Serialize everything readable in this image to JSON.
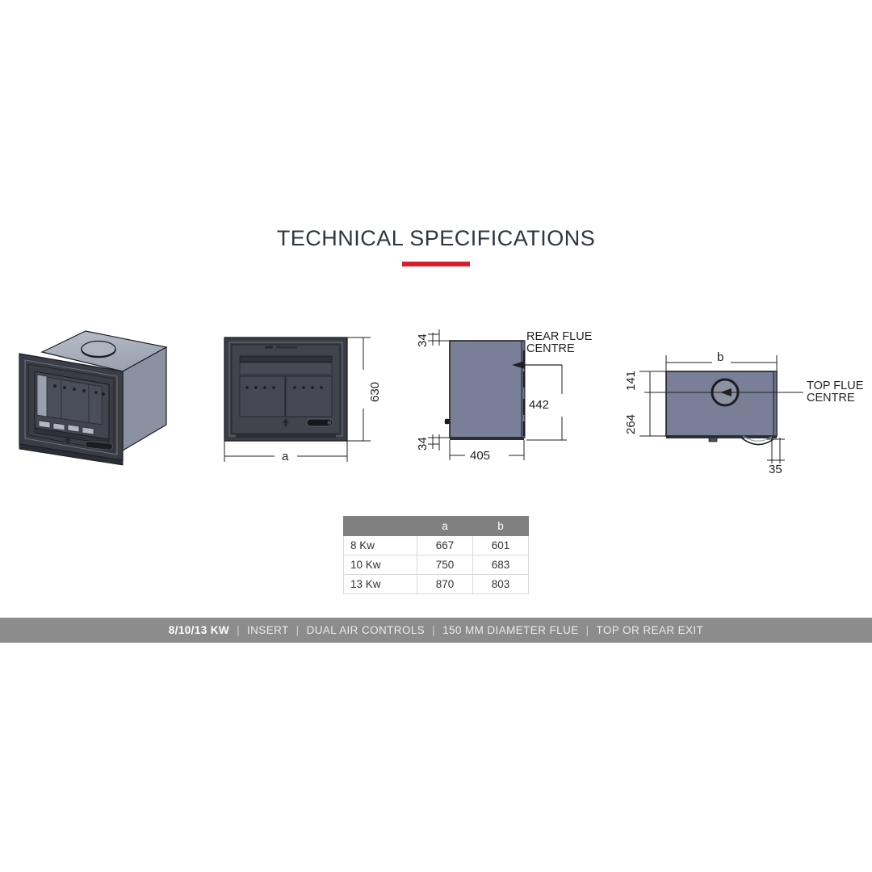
{
  "page": {
    "title": "TECHNICAL SPECIFICATIONS",
    "accent_color": "#d8202a",
    "title_color": "#2e3642",
    "background": "#ffffff",
    "body_fill": "#787f96",
    "dark_fill": "#3a3d45",
    "banner_color": "#8c8c8c"
  },
  "views": {
    "iso": {
      "name": "isometric-view"
    },
    "front": {
      "name": "front-elevation-view",
      "dim_height": "630",
      "dim_width": "a"
    },
    "side": {
      "name": "side-elevation-view",
      "dim_top_gap": "34",
      "dim_bottom_gap": "34",
      "dim_flue_height": "442",
      "dim_depth": "405",
      "callout_line1": "REAR FLUE",
      "callout_line2": "CENTRE"
    },
    "top": {
      "name": "top-plan-view",
      "dim_width": "b",
      "dim_flue_offset": "141",
      "dim_depth": "264",
      "dim_spigot": "35",
      "callout_line1": "TOP FLUE",
      "callout_line2": "CENTRE"
    }
  },
  "table": {
    "headers": [
      "",
      "a",
      "b"
    ],
    "rows": [
      {
        "model": "8 Kw",
        "a": "667",
        "b": "601"
      },
      {
        "model": "10 Kw",
        "a": "750",
        "b": "683"
      },
      {
        "model": "13 Kw",
        "a": "870",
        "b": "803"
      }
    ]
  },
  "banner": {
    "segments": [
      "8/10/13 KW",
      "INSERT",
      "DUAL AIR CONTROLS",
      "150 MM DIAMETER FLUE",
      "TOP OR REAR EXIT"
    ],
    "separator": "|"
  }
}
